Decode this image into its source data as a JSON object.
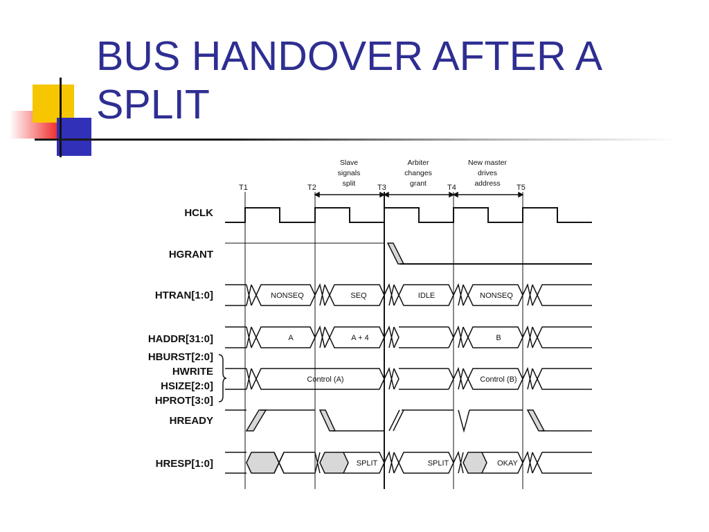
{
  "title": {
    "line1": "BUS HANDOVER AFTER A",
    "line2": "SPLIT"
  },
  "diagram": {
    "time_markers": [
      "T1",
      "T2",
      "T3",
      "T4",
      "T5"
    ],
    "annotations": [
      {
        "lines": [
          "Slave",
          "signals",
          "split"
        ]
      },
      {
        "lines": [
          "Arbiter",
          "changes",
          "grant"
        ]
      },
      {
        "lines": [
          "New master",
          "drives",
          "address"
        ]
      }
    ],
    "signals": [
      "HCLK",
      "HGRANT",
      "HTRAN[1:0]",
      "HADDR[31:0]",
      "HBURST[2:0]",
      "HWRITE",
      "HSIZE[2:0]",
      "HPROT[3:0]",
      "HREADY",
      "HRESP[1:0]"
    ],
    "values": {
      "htran": [
        "NONSEQ",
        "SEQ",
        "IDLE",
        "NONSEQ"
      ],
      "haddr": [
        "A",
        "A + 4",
        "B"
      ],
      "control": [
        "Control (A)",
        "Control (B)"
      ],
      "hresp": [
        "SPLIT",
        "SPLIT",
        "OKAY"
      ]
    }
  }
}
